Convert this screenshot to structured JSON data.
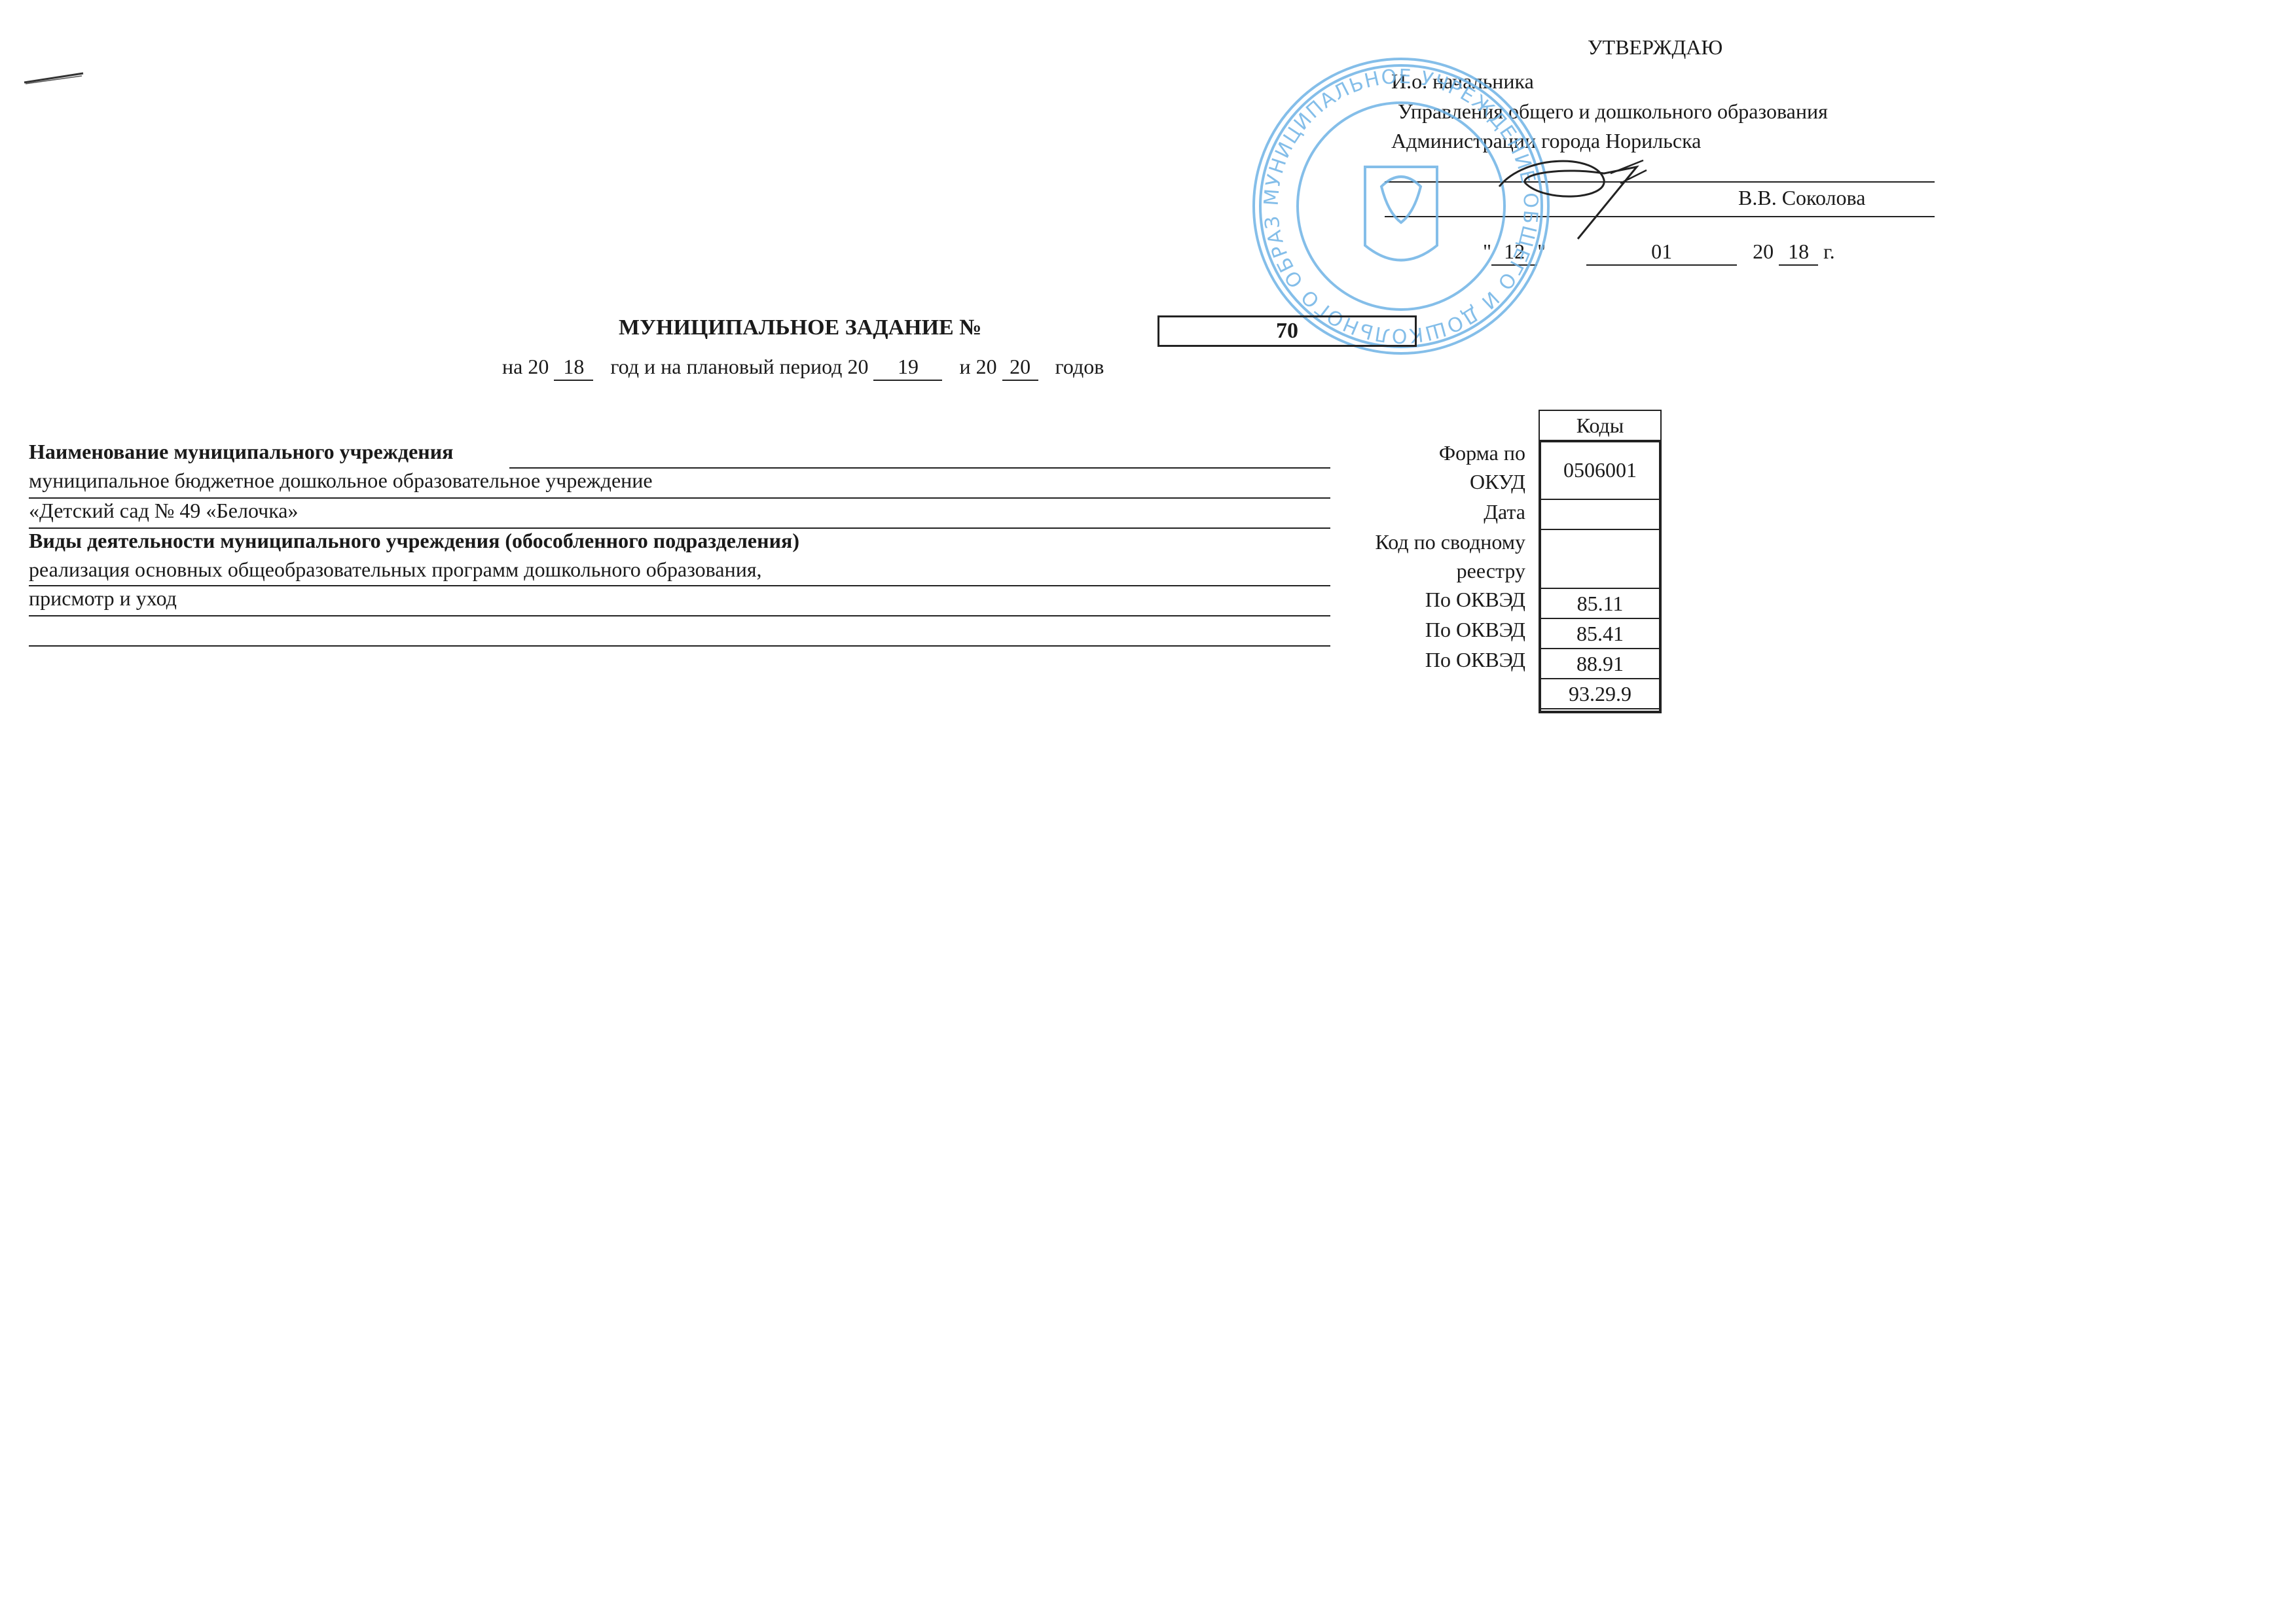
{
  "approval": {
    "title": "УТВЕРЖДАЮ",
    "position_line1": "И.о. начальника",
    "position_line2": "Управления общего и дошкольного образования",
    "position_line3": "Администрации города Норильска",
    "signer_name": "В.В. Соколова",
    "date_day": "12",
    "date_month": "01",
    "date_year_prefix": "20",
    "date_year_suffix": "18",
    "date_suffix": "г.",
    "date_open_quote": "\"",
    "date_close_quote": "\""
  },
  "title": {
    "label": "МУНИЦИПАЛЬНОЕ ЗАДАНИЕ №",
    "number": "70"
  },
  "period": {
    "prefix": "на 20",
    "year1": "18",
    "middle": "год и на плановый период 20",
    "year2": "19",
    "and": "и 20",
    "year3": "20",
    "suffix": "годов"
  },
  "institution": {
    "heading": "Наименование муниципального учреждения",
    "name_line1": "муниципальное бюджетное дошкольное образовательное учреждение",
    "name_line2": "«Детский сад № 49 «Белочка»"
  },
  "activities": {
    "heading": "Виды деятельности муниципального учреждения (обособленного подразделения)",
    "line1": "реализация основных общеобразовательных программ дошкольного образования,",
    "line2": "присмотр и уход"
  },
  "codes": {
    "header": "Коды",
    "form_label_1": "Форма по",
    "form_label_2": "ОКУД",
    "okud": "0506001",
    "date_label": "Дата",
    "date_value": "",
    "registry_label_1": "Код по сводному",
    "registry_label_2": "реестру",
    "registry_value": "",
    "okved_label": "По ОКВЭД",
    "okved": [
      "85.11",
      "85.41",
      "88.91",
      "93.29.9"
    ]
  },
  "stamp": {
    "text": "МУНИЦИПАЛЬНОЕ УЧРЕЖДЕНИЕ ОБЩЕГО И ДОШКОЛЬНОГО ОБРАЗОВАНИЯ Г. НОРИЛЬСК",
    "color": "#6fb3e6"
  },
  "colors": {
    "ink": "#1a1a1a",
    "stamp_ink": "#6fb3e6"
  }
}
